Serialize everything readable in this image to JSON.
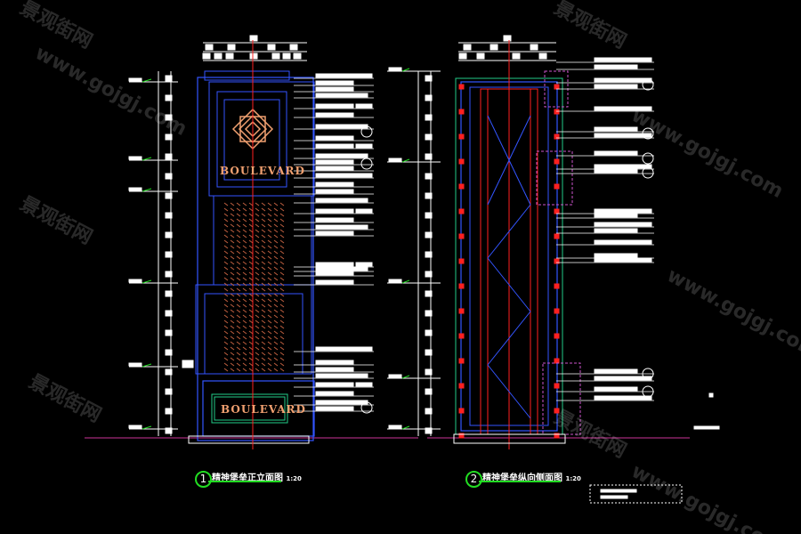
{
  "drawing": {
    "views": [
      {
        "number": "1",
        "title": "精神堡垒正立面图",
        "scale": "1:20",
        "sign_text_top": "BOULEVARD",
        "sign_text_base": "BOULEVARD"
      },
      {
        "number": "2",
        "title": "精神堡垒纵向侧面图",
        "scale": "1:20"
      }
    ],
    "watermark": {
      "brand": "景观街网",
      "url": "www.gojgj.com"
    },
    "colors": {
      "background": "#000000",
      "outline": "#3355ff",
      "center_line": "#ff2020",
      "text_lines": "#ffffff",
      "accent": "#22dd22",
      "ornament": "#f0a070",
      "hatch": "#c06040"
    }
  }
}
